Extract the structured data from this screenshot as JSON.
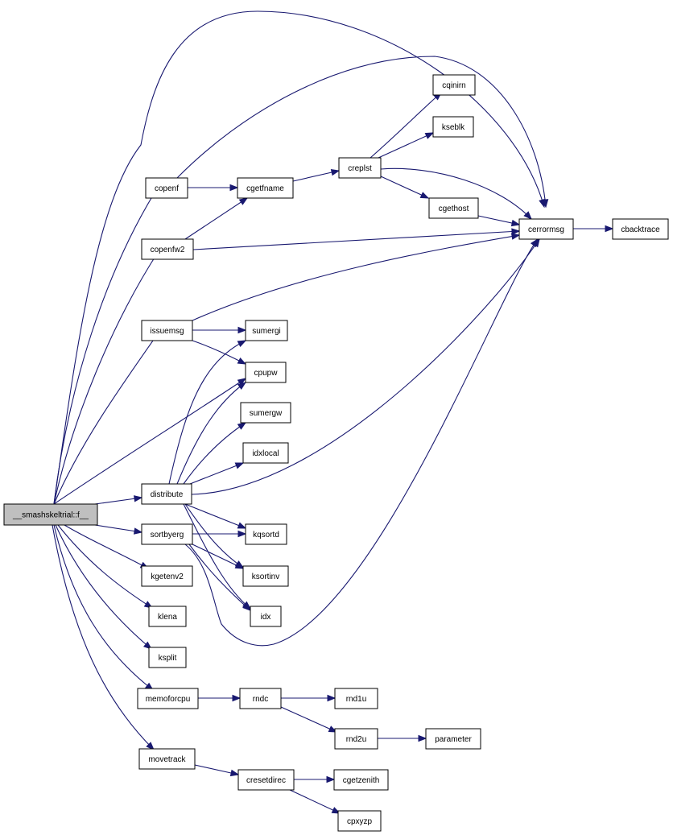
{
  "graph": {
    "title": "",
    "nodes": [
      {
        "id": "root",
        "label": "__smashskeltrial::f__",
        "root": true
      },
      {
        "id": "copenf",
        "label": "copenf"
      },
      {
        "id": "copenfw2",
        "label": "copenfw2"
      },
      {
        "id": "issuemsg",
        "label": "issuemsg"
      },
      {
        "id": "distribute",
        "label": "distribute"
      },
      {
        "id": "sortbyerg",
        "label": "sortbyerg"
      },
      {
        "id": "kgetenv2",
        "label": "kgetenv2"
      },
      {
        "id": "klena",
        "label": "klena"
      },
      {
        "id": "ksplit",
        "label": "ksplit"
      },
      {
        "id": "memoforcpu",
        "label": "memoforcpu"
      },
      {
        "id": "movetrack",
        "label": "movetrack"
      },
      {
        "id": "cgetfname",
        "label": "cgetfname"
      },
      {
        "id": "creplst",
        "label": "creplst"
      },
      {
        "id": "cqinirn",
        "label": "cqinirn"
      },
      {
        "id": "kseblk",
        "label": "kseblk"
      },
      {
        "id": "cgethost",
        "label": "cgethost"
      },
      {
        "id": "cerrormsg",
        "label": "cerrormsg"
      },
      {
        "id": "cbacktrace",
        "label": "cbacktrace"
      },
      {
        "id": "sumergi",
        "label": "sumergi"
      },
      {
        "id": "cpupw",
        "label": "cpupw"
      },
      {
        "id": "sumergw",
        "label": "sumergw"
      },
      {
        "id": "idxlocal",
        "label": "idxlocal"
      },
      {
        "id": "kqsortd",
        "label": "kqsortd"
      },
      {
        "id": "ksortinv",
        "label": "ksortinv"
      },
      {
        "id": "idx",
        "label": "idx"
      },
      {
        "id": "rndc",
        "label": "rndc"
      },
      {
        "id": "rnd1u",
        "label": "rnd1u"
      },
      {
        "id": "rnd2u",
        "label": "rnd2u"
      },
      {
        "id": "parameter",
        "label": "parameter"
      },
      {
        "id": "cresetdirec",
        "label": "cresetdirec"
      },
      {
        "id": "cgetzenith",
        "label": "cgetzenith"
      },
      {
        "id": "cpxyzp",
        "label": "cpxyzp"
      }
    ],
    "edges": [
      {
        "from": "root",
        "to": "cerrormsg"
      },
      {
        "from": "root",
        "to": "copenf"
      },
      {
        "from": "root",
        "to": "copenfw2"
      },
      {
        "from": "root",
        "to": "issuemsg"
      },
      {
        "from": "root",
        "to": "cpupw"
      },
      {
        "from": "root",
        "to": "distribute"
      },
      {
        "from": "root",
        "to": "sortbyerg"
      },
      {
        "from": "root",
        "to": "kgetenv2"
      },
      {
        "from": "root",
        "to": "klena"
      },
      {
        "from": "root",
        "to": "ksplit"
      },
      {
        "from": "root",
        "to": "memoforcpu"
      },
      {
        "from": "root",
        "to": "movetrack"
      },
      {
        "from": "copenf",
        "to": "cgetfname"
      },
      {
        "from": "copenf",
        "to": "cerrormsg"
      },
      {
        "from": "copenfw2",
        "to": "cgetfname"
      },
      {
        "from": "copenfw2",
        "to": "cerrormsg"
      },
      {
        "from": "cgetfname",
        "to": "creplst"
      },
      {
        "from": "creplst",
        "to": "cqinirn"
      },
      {
        "from": "creplst",
        "to": "kseblk"
      },
      {
        "from": "creplst",
        "to": "cgethost"
      },
      {
        "from": "creplst",
        "to": "cerrormsg"
      },
      {
        "from": "cgethost",
        "to": "cerrormsg"
      },
      {
        "from": "cerrormsg",
        "to": "cbacktrace"
      },
      {
        "from": "issuemsg",
        "to": "cerrormsg"
      },
      {
        "from": "issuemsg",
        "to": "sumergi"
      },
      {
        "from": "issuemsg",
        "to": "cpupw"
      },
      {
        "from": "distribute",
        "to": "sumergi"
      },
      {
        "from": "distribute",
        "to": "cpupw"
      },
      {
        "from": "distribute",
        "to": "sumergw"
      },
      {
        "from": "distribute",
        "to": "idxlocal"
      },
      {
        "from": "distribute",
        "to": "cerrormsg"
      },
      {
        "from": "distribute",
        "to": "kqsortd"
      },
      {
        "from": "distribute",
        "to": "ksortinv"
      },
      {
        "from": "distribute",
        "to": "idx"
      },
      {
        "from": "sortbyerg",
        "to": "kqsortd"
      },
      {
        "from": "sortbyerg",
        "to": "ksortinv"
      },
      {
        "from": "sortbyerg",
        "to": "idx"
      },
      {
        "from": "sortbyerg",
        "to": "cerrormsg"
      },
      {
        "from": "memoforcpu",
        "to": "rndc"
      },
      {
        "from": "rndc",
        "to": "rnd1u"
      },
      {
        "from": "rndc",
        "to": "rnd2u"
      },
      {
        "from": "rnd2u",
        "to": "parameter"
      },
      {
        "from": "movetrack",
        "to": "cresetdirec"
      },
      {
        "from": "cresetdirec",
        "to": "cgetzenith"
      },
      {
        "from": "cresetdirec",
        "to": "cpxyzp"
      }
    ]
  }
}
